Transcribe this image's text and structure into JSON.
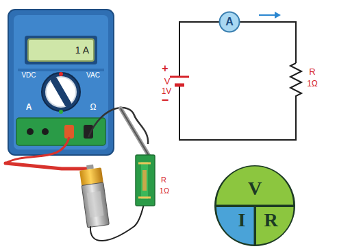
{
  "diagram": {
    "nodes": [
      {
        "text": [
          "1 A"
        ]
      },
      {
        "text": [
          "A"
        ]
      },
      {
        "text": [
          "V"
        ]
      },
      {
        "text": [
          "I"
        ]
      },
      {
        "text": [
          "R"
        ]
      }
    ],
    "labels": [
      "VDC",
      "VAC",
      "A",
      "Ω",
      "+",
      "−",
      "V",
      "1V",
      "R",
      "1Ω",
      "R",
      "1Ω"
    ]
  }
}
